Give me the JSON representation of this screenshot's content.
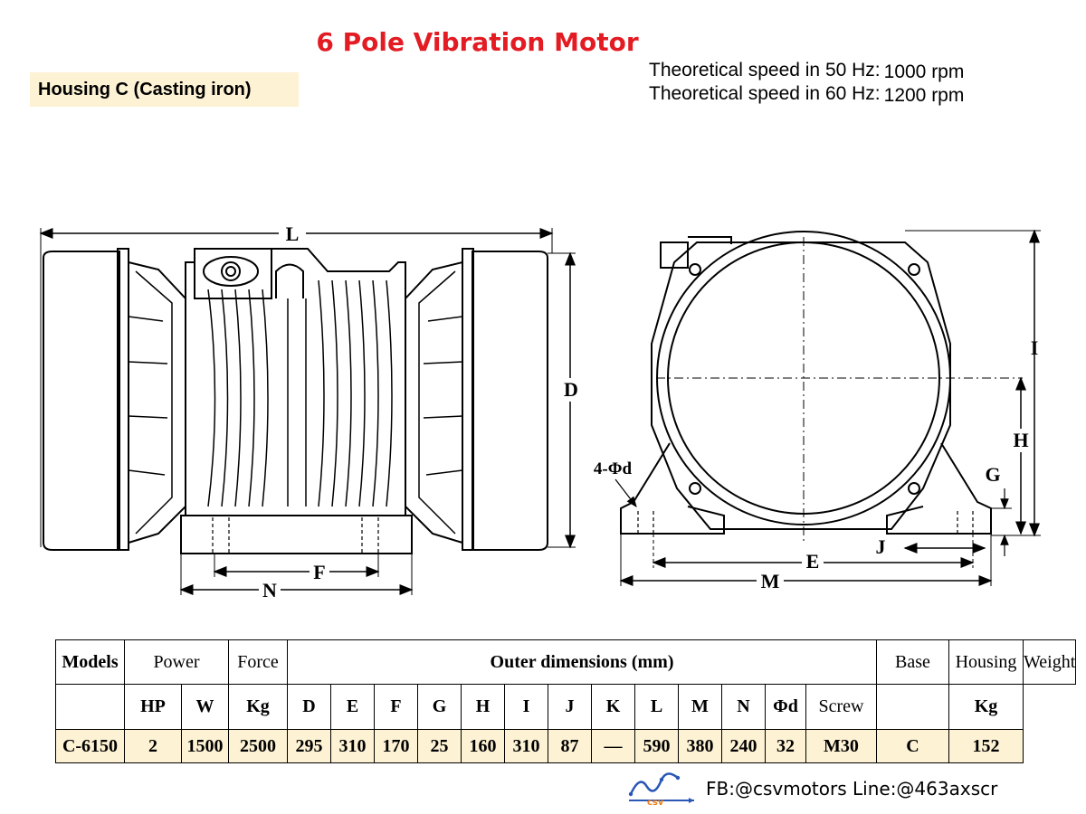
{
  "header": {
    "title": "6 Pole Vibration Motor",
    "housing": "Housing C (Casting iron)",
    "speed50_label": "Theoretical speed in 50 Hz:",
    "speed50_value": "1000 rpm",
    "speed60_label": "Theoretical speed in 60 Hz:",
    "speed60_value": "1200 rpm"
  },
  "drawing": {
    "dims": {
      "L": "L",
      "D": "D",
      "N": "N",
      "F": "F",
      "I": "I",
      "H": "H",
      "G": "G",
      "J": "J",
      "E": "E",
      "M": "M",
      "hole": "4-Φd"
    }
  },
  "table": {
    "h1": {
      "models": "Models",
      "power": "Power",
      "force": "Force",
      "outer": "Outer dimensions (mm)",
      "base": "Base",
      "housing": "Housing",
      "weight": "Weight"
    },
    "h2": [
      "HP",
      "W",
      "Kg",
      "D",
      "E",
      "F",
      "G",
      "H",
      "I",
      "J",
      "K",
      "L",
      "M",
      "N",
      "Φd",
      "Screw",
      "",
      "Kg"
    ],
    "row": [
      "C-6150",
      "2",
      "1500",
      "2500",
      "295",
      "310",
      "170",
      "25",
      "160",
      "310",
      "87",
      "—",
      "590",
      "380",
      "240",
      "32",
      "M30",
      "C",
      "152"
    ]
  },
  "footer": {
    "logo_text": "csv",
    "contact": "FB:@csvmotors  Line:@463axscr"
  },
  "colors": {
    "title": "#e31b23",
    "highlight": "#fdf2d4",
    "logo_blue": "#2a57b5",
    "logo_orange": "#e8801c"
  }
}
